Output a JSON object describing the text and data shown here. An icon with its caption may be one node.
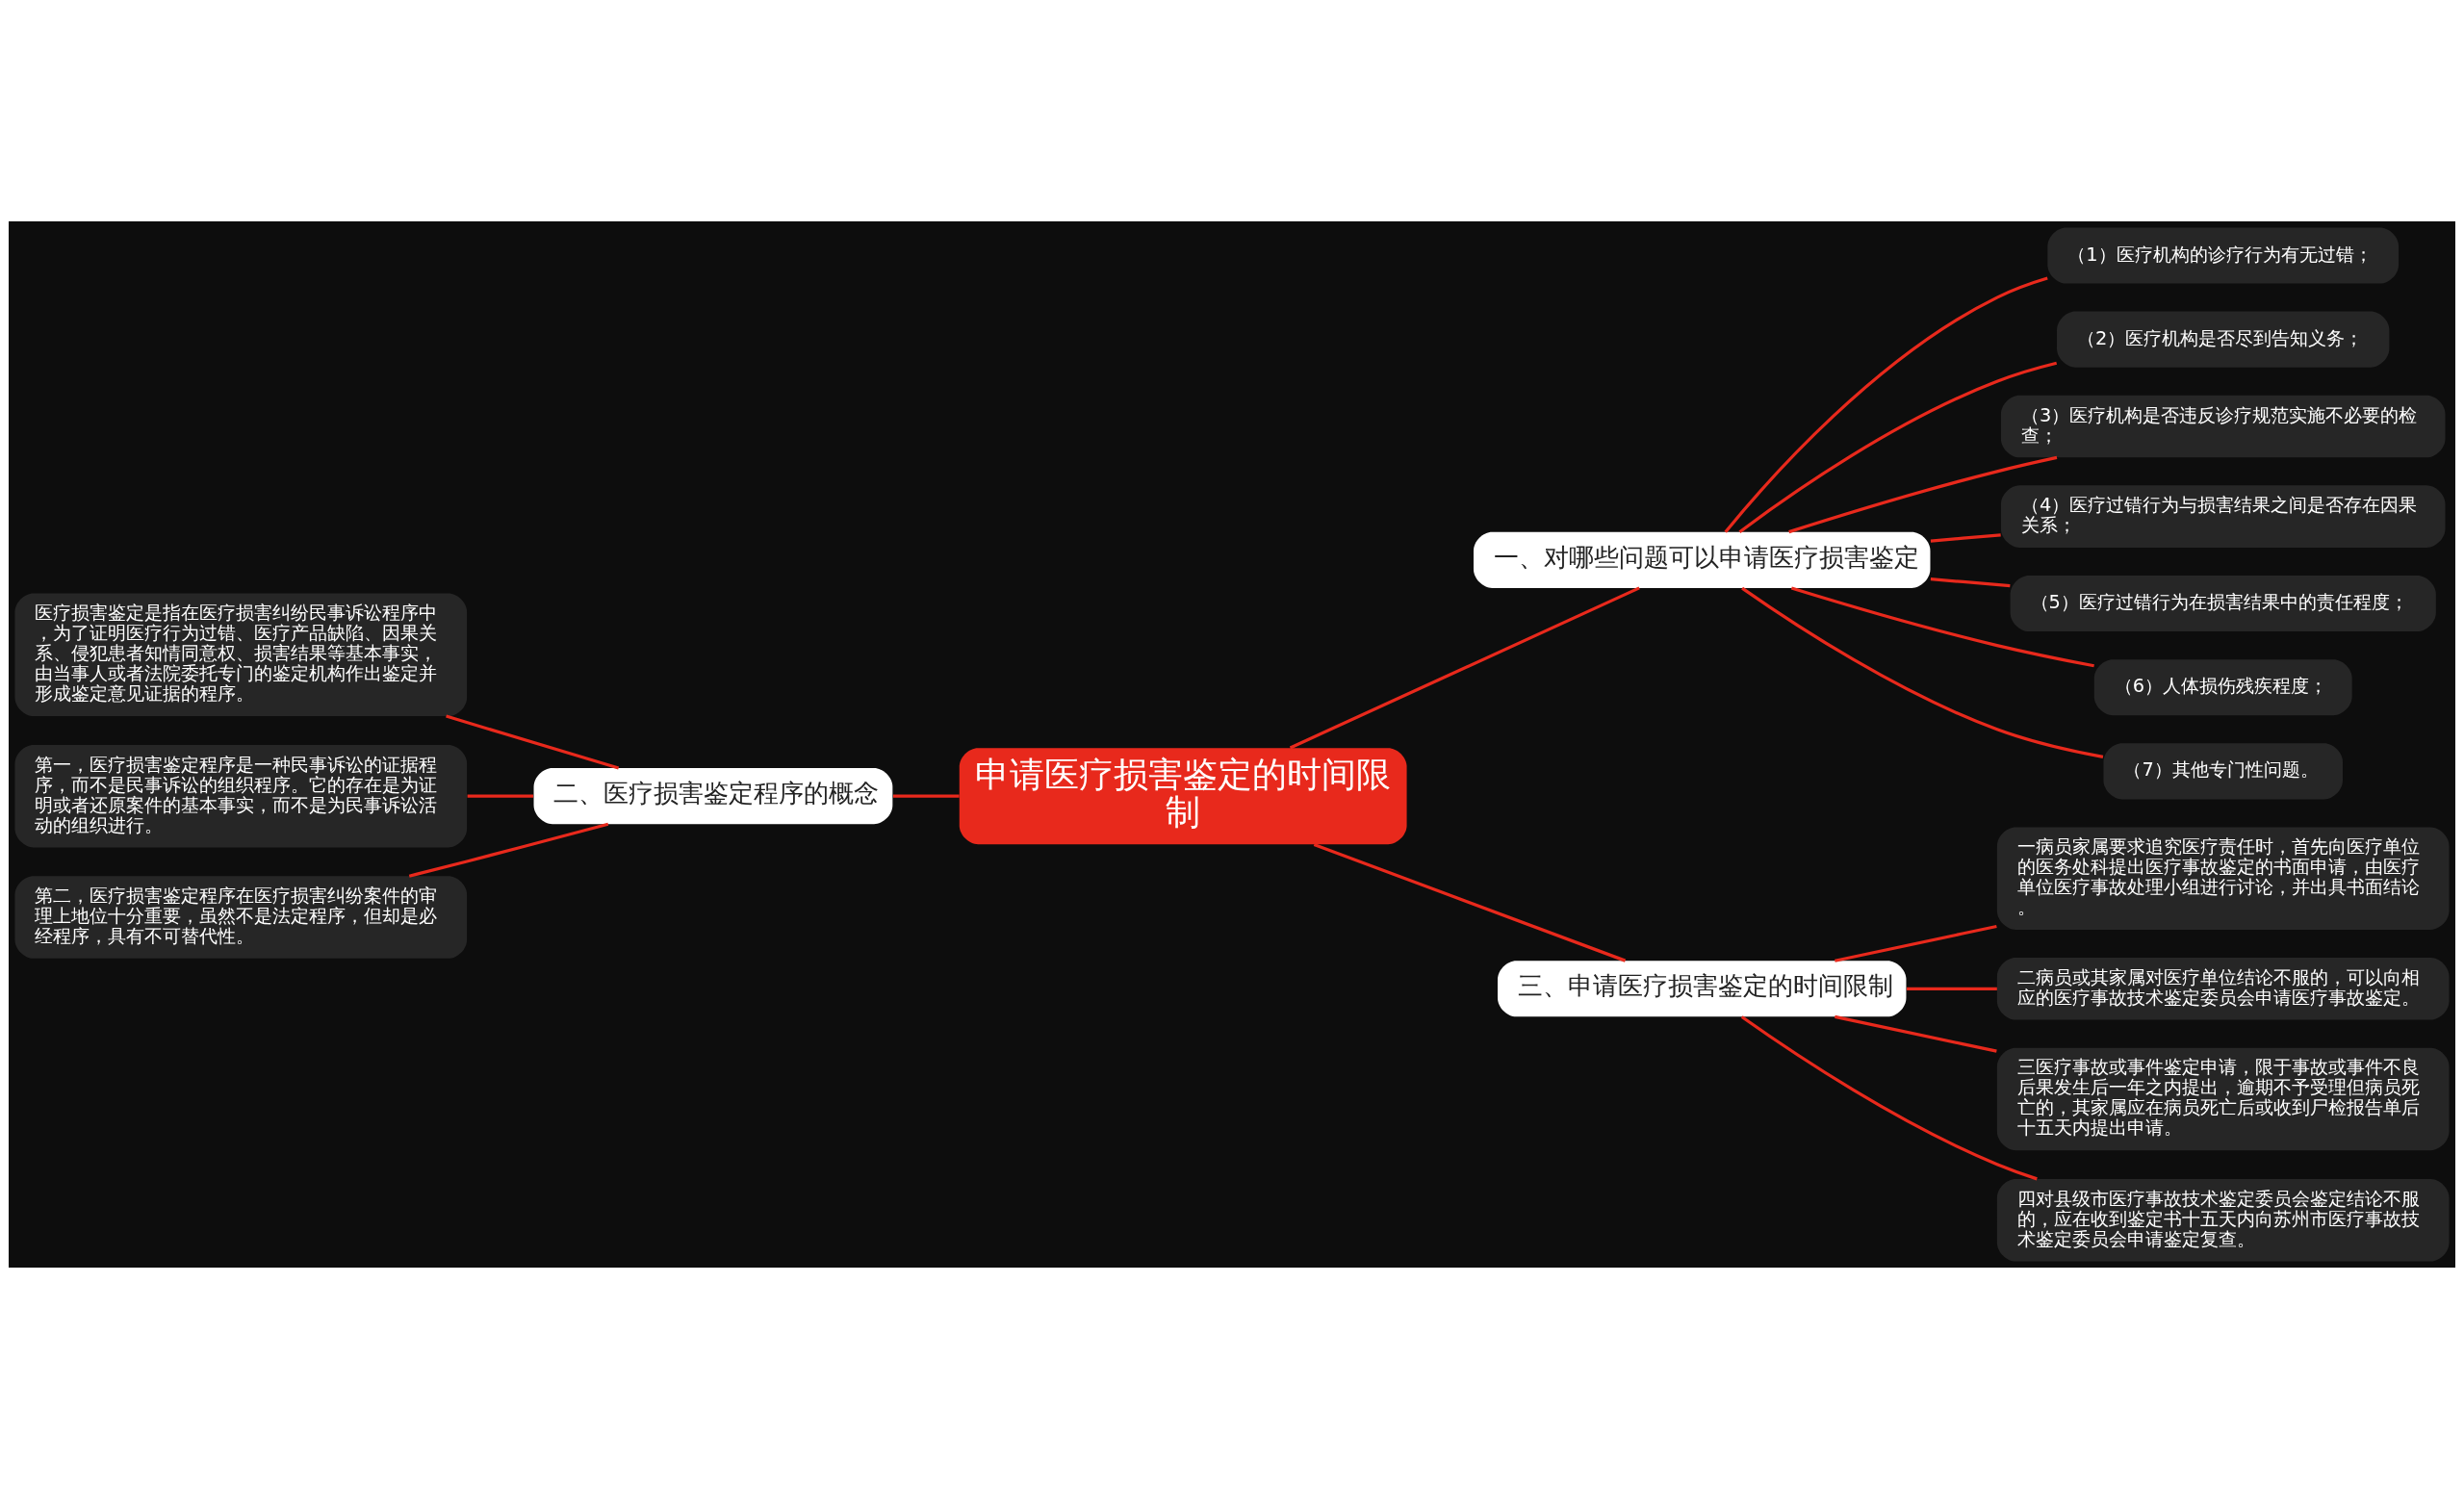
{
  "diagram": {
    "nodes": [
      {
        "text": [
          "申请医疗损害鉴定的时间限制"
        ]
      },
      {
        "text": [
          "一、对哪些问题可以申请医疗损害鉴定"
        ]
      },
      {
        "text": [
          "（1）医疗机构的诊疗行为有无过错；"
        ]
      },
      {
        "text": [
          "（2）医疗机构是否尽到告知义务；"
        ]
      },
      {
        "text": [
          "（3）医疗机构是否违反诊疗规范实施不必要的检查；"
        ]
      },
      {
        "text": [
          "（4）医疗过错行为与损害结果之间是否存在因果关系；"
        ]
      },
      {
        "text": [
          "（5）医疗过错行为在损害结果中的责任程度；"
        ]
      },
      {
        "text": [
          "（6）人体损伤残疾程度；"
        ]
      },
      {
        "text": [
          "（7）其他专门性问题。"
        ]
      },
      {
        "text": [
          "二、医疗损害鉴定程序的概念"
        ]
      },
      {
        "text": [
          "医疗损害鉴定是指在医疗损害纠纷民事诉讼程序中，为了证明医疗行为过错、医疗产品缺陷、因果关系、侵犯患者知情同意权、损害结果等基本事实，由当事人或者法院委托专门的鉴定机构作出鉴定并形成鉴定意见证据的程序。"
        ]
      },
      {
        "text": [
          "第一，医疗损害鉴定程序是一种民事诉讼的证据程序，而不是民事诉讼的组织程序。它的存在是为证明或者还原案件的基本事实，而不是为民事诉讼活动的组织进行。"
        ]
      },
      {
        "text": [
          "第二，医疗损害鉴定程序在医疗损害纠纷案件的审理上地位十分重要，虽然不是法定程序，但却是必经程序，具有不可替代性。"
        ]
      },
      {
        "text": [
          "三、申请医疗损害鉴定的时间限制"
        ]
      },
      {
        "text": [
          "一病员家属要求追究医疗责任时，首先向医疗单位的医务处科提出医疗事故鉴定的书面申请，由医疗单位医疗事故处理小组进行讨论，并出具书面结论。"
        ]
      },
      {
        "text": [
          "二病员或其家属对医疗单位结论不服的，可以向相应的医疗事故技术鉴定委员会申请医疗事故鉴定。"
        ]
      },
      {
        "text": [
          "三医疗事故或事件鉴定申请，限于事故或事件不良后果发生后一年之内提出，逾期不予受理但病员死亡的，其家属应在病员死亡后或收到尸检报告单后十五天内提出申请。"
        ]
      },
      {
        "text": [
          "四对县级市医疗事故技术鉴定委员会鉴定结论不服的，应在收到鉴定书十五天内向苏州市医疗事故技术鉴定委员会申请鉴定复查。"
        ]
      }
    ],
    "edges": [
      {
        "from": 0,
        "to": 1,
        "arrow": "none"
      },
      {
        "from": 1,
        "to": 2,
        "arrow": "none"
      },
      {
        "from": 1,
        "to": 3,
        "arrow": "none"
      },
      {
        "from": 1,
        "to": 4,
        "arrow": "none"
      },
      {
        "from": 1,
        "to": 5,
        "arrow": "none"
      },
      {
        "from": 1,
        "to": 6,
        "arrow": "none"
      },
      {
        "from": 1,
        "to": 7,
        "arrow": "none"
      },
      {
        "from": 1,
        "to": 8,
        "arrow": "none"
      },
      {
        "from": 0,
        "to": 9,
        "arrow": "none"
      },
      {
        "from": 9,
        "to": 10,
        "arrow": "none"
      },
      {
        "from": 9,
        "to": 11,
        "arrow": "none"
      },
      {
        "from": 9,
        "to": 12,
        "arrow": "none"
      },
      {
        "from": 0,
        "to": 13,
        "arrow": "none"
      },
      {
        "from": 13,
        "to": 14,
        "arrow": "none"
      },
      {
        "from": 13,
        "to": 15,
        "arrow": "none"
      },
      {
        "from": 13,
        "to": 16,
        "arrow": "none"
      },
      {
        "from": 13,
        "to": 17,
        "arrow": "none"
      }
    ]
  }
}
